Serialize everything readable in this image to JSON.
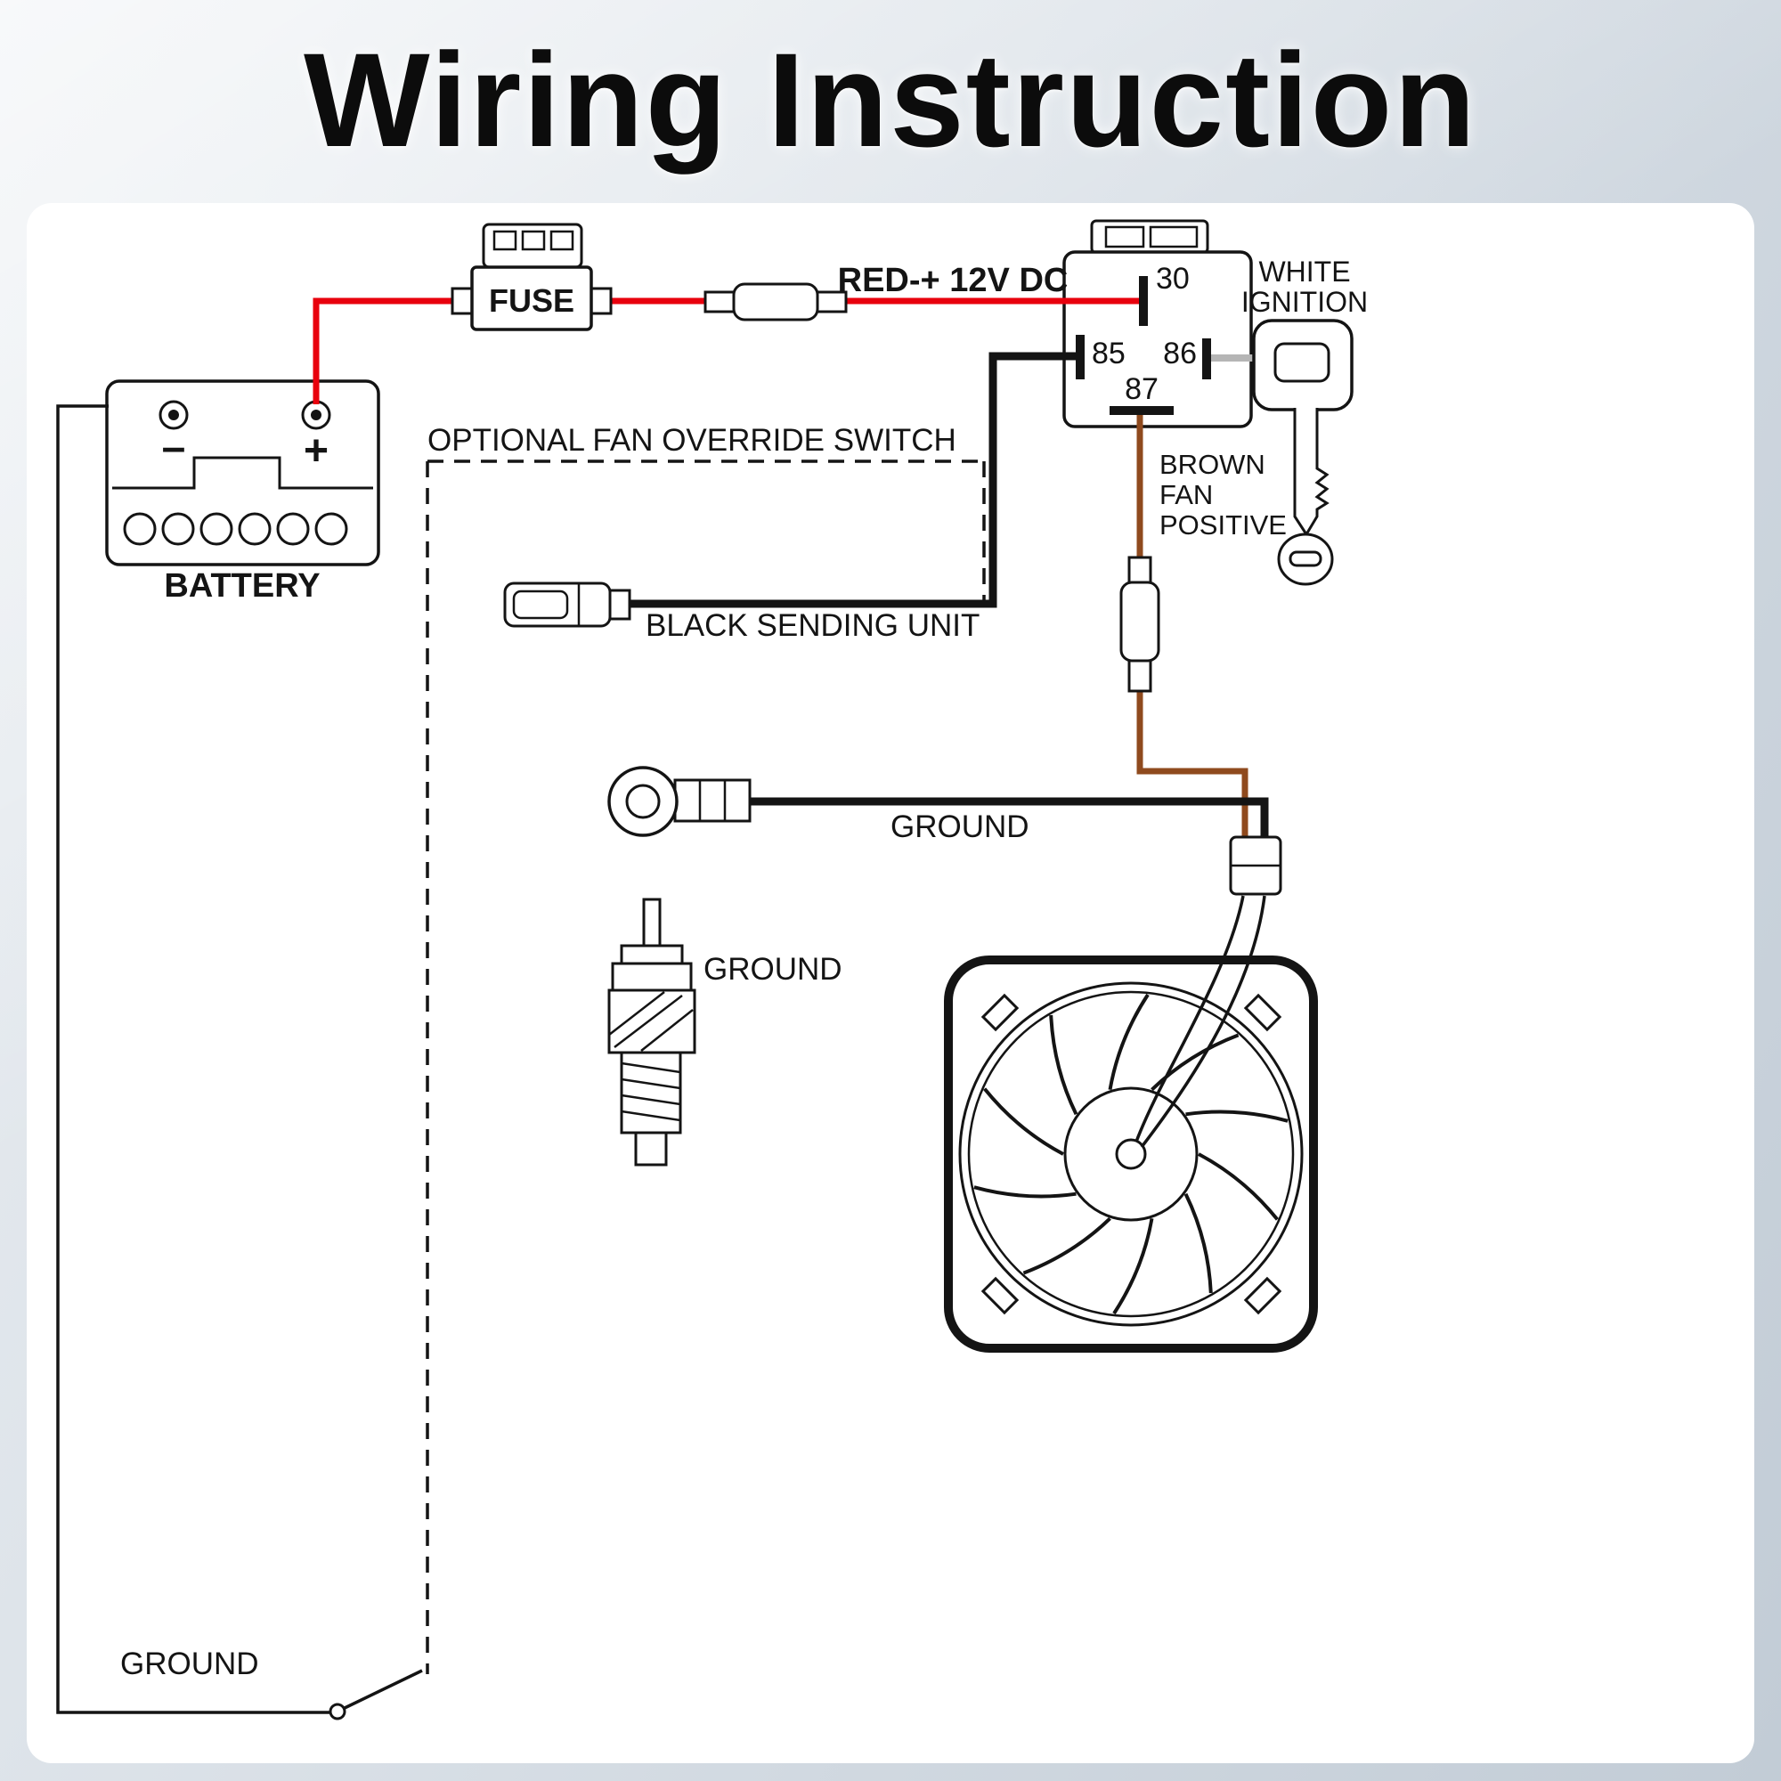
{
  "title": "Wiring Instruction",
  "colors": {
    "wire_red": "#e8000d",
    "wire_black": "#141414",
    "wire_brown": "#8f4a1e",
    "wire_gray": "#b5b5b5",
    "outline": "#141414",
    "label_brown": "#a0521f",
    "panel_bg": "#ffffff",
    "page_bg_light": "#eaeef2",
    "page_bg_dark": "#c2ccd6"
  },
  "labels": {
    "fuse": "FUSE",
    "red_wire": "RED-+ 12V DC",
    "battery": "BATTERY",
    "battery_minus": "–",
    "battery_plus": "+",
    "pin_30": "30",
    "pin_85": "85",
    "pin_86": "86",
    "pin_87": "87",
    "ignition_1": "WHITE",
    "ignition_2": "IGNITION",
    "brown_1": "BROWN",
    "brown_2": "FAN",
    "brown_3": "POSITIVE",
    "override": "OPTIONAL FAN OVERRIDE SWITCH",
    "sending_unit": "BLACK SENDING UNIT",
    "ground_ring": "GROUND",
    "ground_thermostat": "GROUND",
    "ground_battery": "GROUND"
  }
}
